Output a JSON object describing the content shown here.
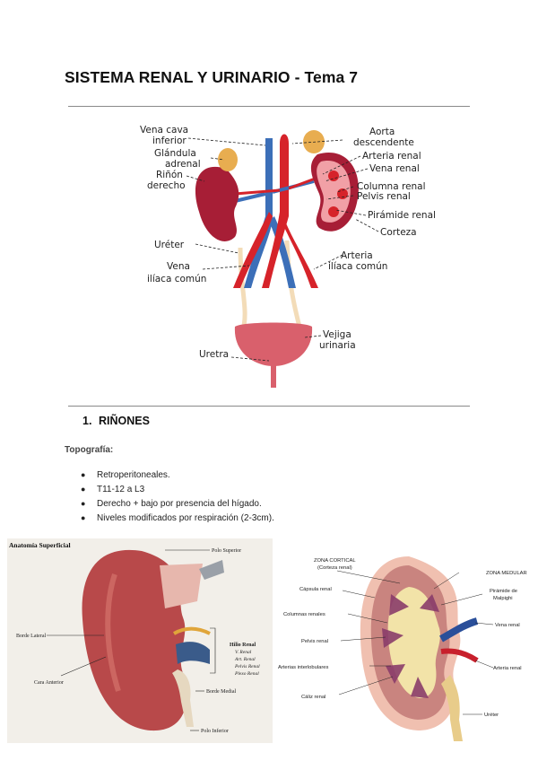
{
  "title": "SISTEMA RENAL Y URINARIO - Tema 7",
  "figure1": {
    "labels": {
      "vena_cava_1": "Vena cava",
      "vena_cava_2": "inferior",
      "glandula_1": "Glándula",
      "glandula_2": "adrenal",
      "rinon_1": "Riñón",
      "rinon_2": "derecho",
      "ureter": "Uréter",
      "vena_iliaca_1": "Vena",
      "vena_iliaca_2": "ilíaca común",
      "uretra": "Uretra",
      "aorta_1": "Aorta",
      "aorta_2": "descendente",
      "arteria_renal": "Arteria renal",
      "vena_renal": "Vena renal",
      "columna_renal": "Columna renal",
      "pelvis_renal": "Pelvis renal",
      "piramide_renal": "Pirámide renal",
      "corteza": "Corteza",
      "arteria_iliaca_1": "Arteria",
      "arteria_iliaca_2": "ilíaca común",
      "vejiga_1": "Vejiga",
      "vejiga_2": "urinaria"
    }
  },
  "section1": {
    "number": "1.",
    "heading": "RIÑONES",
    "subheading": "Topografía:",
    "bullets": [
      "Retroperitoneales.",
      "T11-12 a L3",
      "Derecho + bajo por presencia del hígado.",
      "Niveles modificados por respiración (2-3cm)."
    ],
    "bullet_char": "●"
  },
  "figure2": {
    "title": "Anatomía Superficial",
    "polo_superior": "Polo Superior",
    "borde_lateral": "Borde Lateral",
    "cara_anterior": "Cara Anterior",
    "hilio_renal": "Hilio Renal",
    "hilio_items": [
      "V. Renal",
      "Art. Renal",
      "Pelvis Renal",
      "Plexo Renal"
    ],
    "borde_medial": "Borde Medial",
    "polo_inferior": "Polo Inferior"
  },
  "figure3": {
    "zona_cortical_1": "ZONA CORTICAL",
    "zona_cortical_2": "(Corteza renal)",
    "zona_medular": "ZONA MEDULAR",
    "capsula": "Cápsula renal",
    "piramide_1": "Pirámide de",
    "piramide_2": "Malpighi",
    "columnas": "Columnas renales",
    "vena_renal": "Vena renal",
    "pelvis": "Pelvis renal",
    "arterias_inter": "Arterias interlobulares",
    "arteria_renal": "Arteria renal",
    "caliz": "Cáliz renal",
    "ureter": "Uréter"
  }
}
